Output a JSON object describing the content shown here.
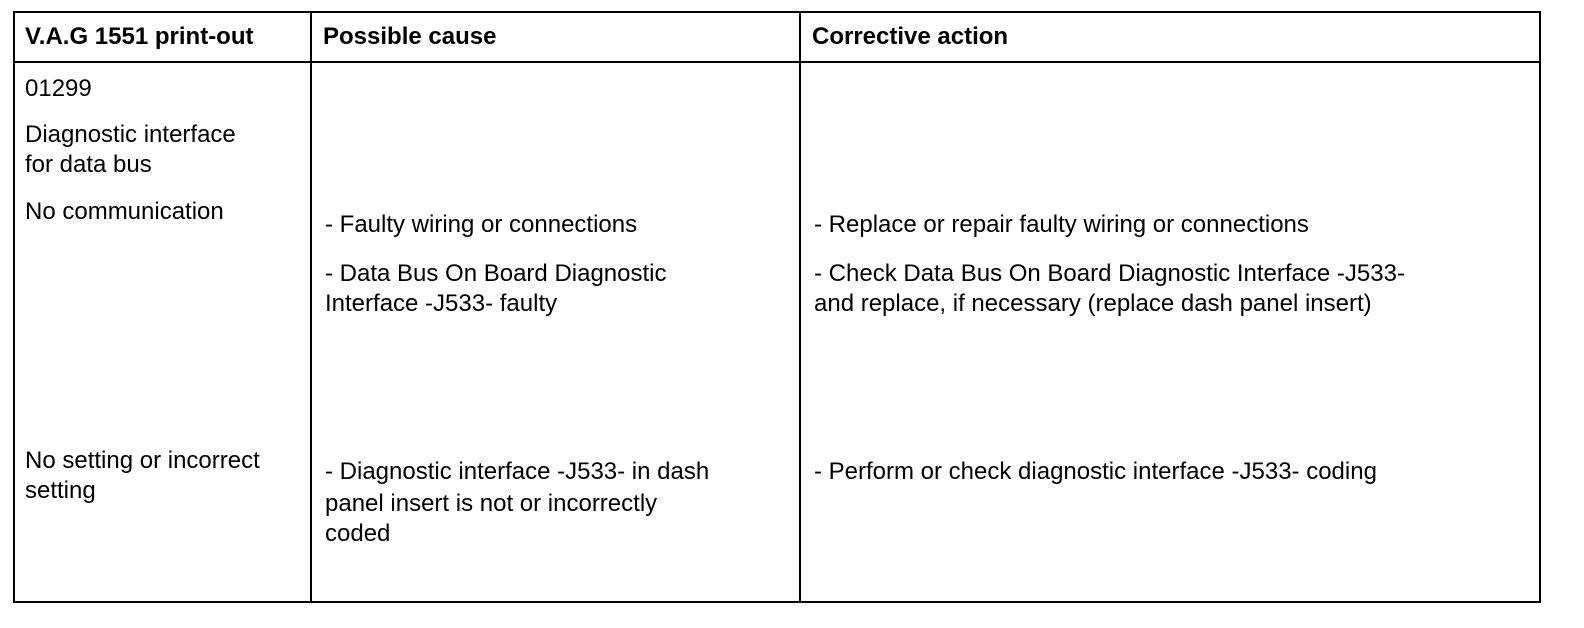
{
  "table": {
    "headers": [
      "V.A.G 1551 print-out",
      "Possible cause",
      "Corrective action"
    ],
    "col1": {
      "code": "01299",
      "component_line1": "Diagnostic interface",
      "component_line2": "for data bus",
      "fault1": "No communication",
      "fault2_line1": "No setting or incorrect",
      "fault2_line2": "setting"
    },
    "col2": {
      "cause1": "- Faulty wiring or connections",
      "cause2_line1": "- Data Bus On Board Diagnostic",
      "cause2_line2": "Interface -J533- faulty",
      "cause3_line1": "- Diagnostic interface -J533- in dash",
      "cause3_line2": "panel insert is not or incorrectly",
      "cause3_line3": "coded"
    },
    "col3": {
      "action1": "- Replace or repair faulty wiring or connections",
      "action2_line1": "- Check Data Bus On Board Diagnostic Interface -J533-",
      "action2_line2": "and replace, if necessary (replace dash panel insert)",
      "action3": "- Perform or check diagnostic interface -J533- coding"
    }
  }
}
